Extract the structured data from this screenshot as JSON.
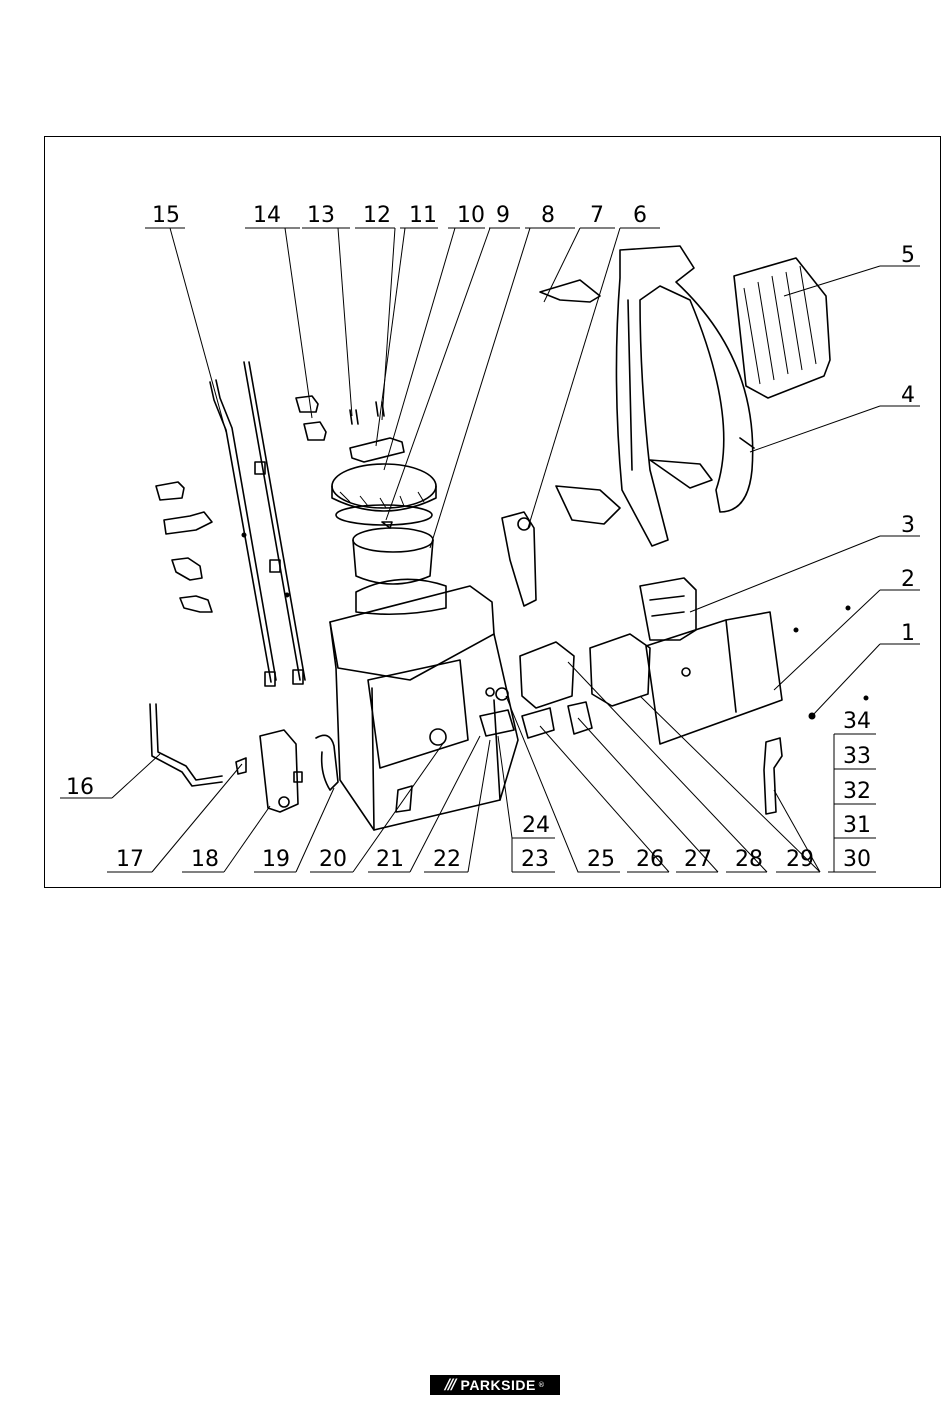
{
  "diagram": {
    "callouts": {
      "c1": "1",
      "c2": "2",
      "c3": "3",
      "c4": "4",
      "c5": "5",
      "c6": "6",
      "c7": "7",
      "c8": "8",
      "c9": "9",
      "c10": "10",
      "c11": "11",
      "c12": "12",
      "c13": "13",
      "c14": "14",
      "c15": "15",
      "c16": "16",
      "c17": "17",
      "c18": "18",
      "c19": "19",
      "c20": "20",
      "c21": "21",
      "c22": "22",
      "c23": "23",
      "c24": "24",
      "c25": "25",
      "c26": "26",
      "c27": "27",
      "c28": "28",
      "c29": "29",
      "c30": "30",
      "c31": "31",
      "c32": "32",
      "c33": "33",
      "c34": "34"
    }
  },
  "footer": {
    "brand_slashes": "///",
    "brand_name": "PARKSIDE",
    "brand_registered": "®"
  }
}
